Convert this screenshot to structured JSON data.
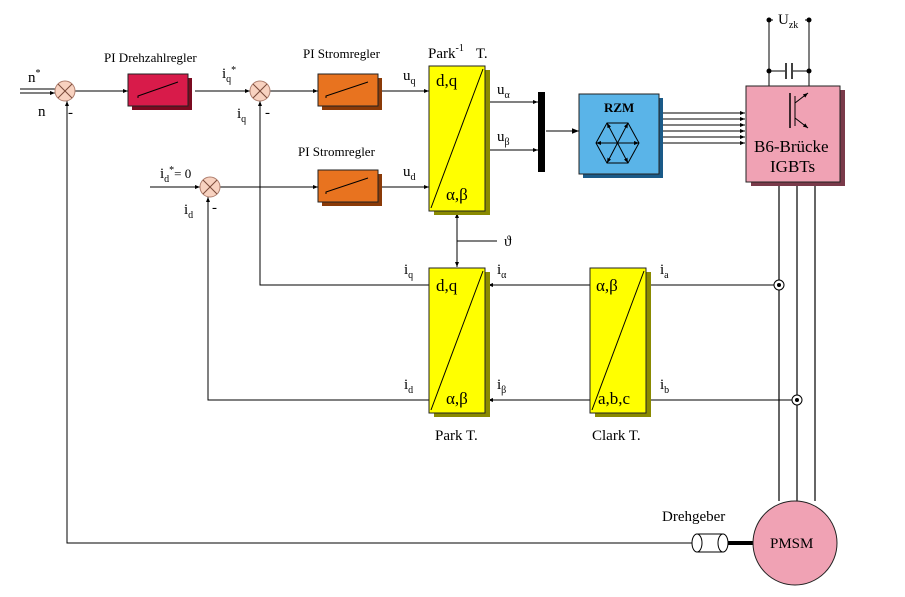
{
  "blocks": {
    "pi_speed": "PI Drehzahlregler",
    "pi_current_q": "PI Stromregler",
    "pi_current_d": "PI Stromregler",
    "park_inv_title": "Park",
    "park_inv_sup": "-1",
    "park_inv_t": "T.",
    "park_title": "Park T.",
    "clark_title": "Clark T.",
    "rzm": "RZM",
    "b6_line1": "B6-Brücke",
    "b6_line2": "IGBTs",
    "pmsm": "PMSM",
    "encoder": "Drehgeber",
    "dc_link": "U",
    "dc_link_sub": "zk"
  },
  "box_labels": {
    "park_inv_top": "d,q",
    "park_inv_bottom": "α,β",
    "park_top": "d,q",
    "park_bottom": "α,β",
    "clark_top": "α,β",
    "clark_bottom": "a,b,c"
  },
  "signals": {
    "n_star": "n",
    "n_star_sup": "*",
    "n": "n",
    "iq_star": "i",
    "iq_star_sub": "q",
    "iq_star_sup": "*",
    "iq_fb": "i",
    "iq_fb_sub": "q",
    "id_star": "i",
    "id_star_sub": "d",
    "id_star_sup": "*",
    "id_star_eq": "= 0",
    "id_fb": "i",
    "id_fb_sub": "d",
    "uq": "u",
    "uq_sub": "q",
    "ud": "u",
    "ud_sub": "d",
    "ualpha": "u",
    "ualpha_sub": "α",
    "ubeta": "u",
    "ubeta_sub": "β",
    "theta": "ϑ",
    "iq_park": "i",
    "iq_park_sub": "q",
    "id_park": "i",
    "id_park_sub": "d",
    "ialpha": "i",
    "ialpha_sub": "α",
    "ibeta": "i",
    "ibeta_sub": "β",
    "ia": "i",
    "ia_sub": "a",
    "ib": "i",
    "ib_sub": "b",
    "minus": "-"
  },
  "colors": {
    "pi_speed": "#d81b4a",
    "pi_current": "#e8731f",
    "transform": "#ffff00",
    "rzm": "#5ab4e8",
    "b6": "#f0a2b4",
    "pmsm": "#f0a2b4",
    "sum_fill": "#f8d2c0"
  }
}
